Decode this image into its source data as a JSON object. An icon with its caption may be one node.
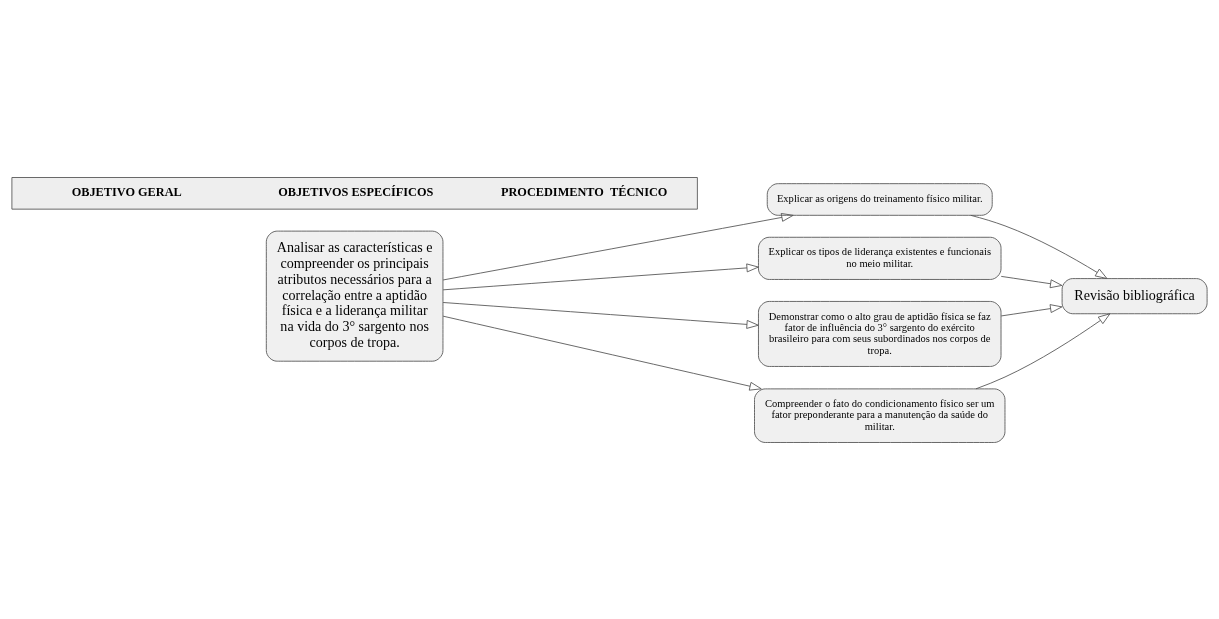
{
  "diagram": {
    "nodes": [
      {
        "text": [
          "OBJETIVO GERAL",
          "OBJETIVOS ESPECÍFICOS",
          "PROCEDIMENTO  TÉCNICO"
        ]
      },
      {
        "text": [
          "Analisar as características e compreender os principais atributos necessários para a correlação entre a aptidão física e a liderança militar na vida do 3° sargento nos corpos de tropa."
        ]
      },
      {
        "text": [
          "Explicar as origens do treinamento físico militar."
        ]
      },
      {
        "text": [
          "Explicar os tipos de liderança existentes e funcionais no meio militar."
        ]
      },
      {
        "text": [
          "Demonstrar como o alto grau de aptidão física se faz fator de influência do 3° sargento do exército brasileiro para com seus subordinados nos corpos de tropa."
        ]
      },
      {
        "text": [
          "Compreender o fato do condicionamento físico ser um fator preponderante para a manutenção da saúde do militar."
        ]
      },
      {
        "text": [
          "Revisão bibliográfica"
        ]
      }
    ],
    "edges": [
      {
        "from": 1,
        "to": 2,
        "arrow": "to"
      },
      {
        "from": 1,
        "to": 3,
        "arrow": "to"
      },
      {
        "from": 1,
        "to": 4,
        "arrow": "to"
      },
      {
        "from": 1,
        "to": 5,
        "arrow": "to"
      },
      {
        "from": 2,
        "to": 6,
        "arrow": "to"
      },
      {
        "from": 3,
        "to": 6,
        "arrow": "to"
      },
      {
        "from": 4,
        "to": 6,
        "arrow": "to"
      },
      {
        "from": 5,
        "to": 6,
        "arrow": "to"
      }
    ]
  }
}
